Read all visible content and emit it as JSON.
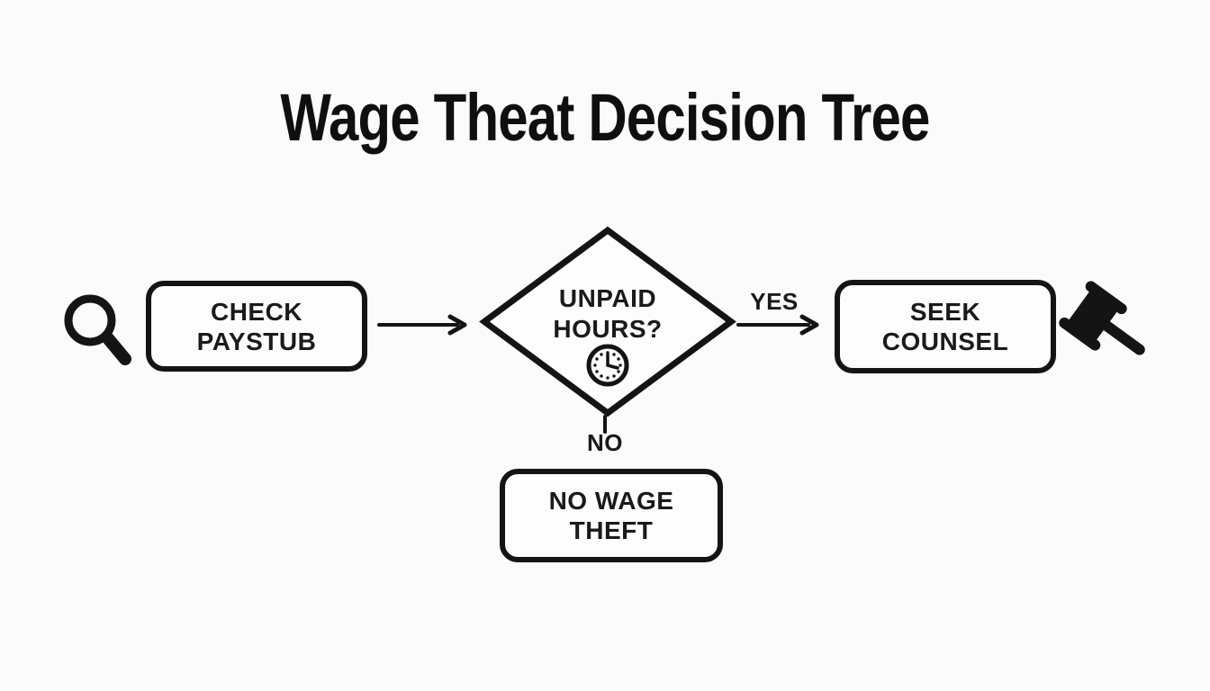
{
  "title": "Wage Theat Decision Tree",
  "colors": {
    "background": "#fbfbfb",
    "ink": "#141414"
  },
  "flowchart": {
    "nodes": {
      "check_paystub": {
        "shape": "rounded-rectangle",
        "line1": "CHECK",
        "line2": "PAYSTUB",
        "adjacent_icon": "magnifier-icon"
      },
      "unpaid_hours": {
        "shape": "diamond",
        "line1": "UNPAID",
        "line2": "HOURS?",
        "inner_icon": "clock-icon"
      },
      "seek_counsel": {
        "shape": "rounded-rectangle",
        "line1": "SEEK",
        "line2": "COUNSEL",
        "adjacent_icon": "gavel-icon"
      },
      "no_wage_theft": {
        "shape": "rounded-rectangle",
        "line1": "NO WAGE",
        "line2": "THEFT"
      }
    },
    "edges": {
      "check_to_decision": {
        "from": "check_paystub",
        "to": "unpaid_hours",
        "label": ""
      },
      "decision_to_counsel": {
        "from": "unpaid_hours",
        "to": "seek_counsel",
        "label": "YES"
      },
      "decision_to_no_theft": {
        "from": "unpaid_hours",
        "to": "no_wage_theft",
        "label": "NO"
      }
    }
  }
}
